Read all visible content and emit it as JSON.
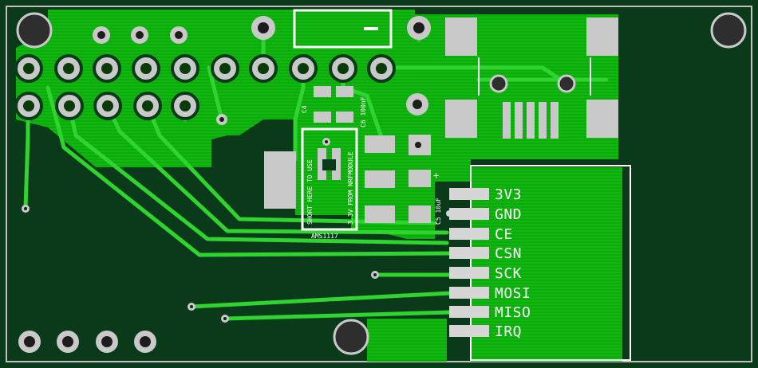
{
  "board": {
    "colors": {
      "background": "#0b3a1b",
      "copper_fill": "#0dac0d",
      "copper_lines": "#12c012",
      "trace": "#29d429",
      "pad": "#c9c9c9",
      "silkscreen": "#ffffff",
      "outline": "#d9d9d9"
    }
  },
  "pin_labels": [
    "3V3",
    "GND",
    "CE",
    "CSN",
    "SCK",
    "MOSI",
    "MISO",
    "IRQ"
  ],
  "silk_text": {
    "c4": "C4",
    "c6": "C6 100nF",
    "c5": "C5 10uF",
    "regulator": "AMS1117",
    "jumper_left": "SHORT HERE TO USE",
    "jumper_right": "3.3V FROM NRFMODULE",
    "plus": "+"
  }
}
